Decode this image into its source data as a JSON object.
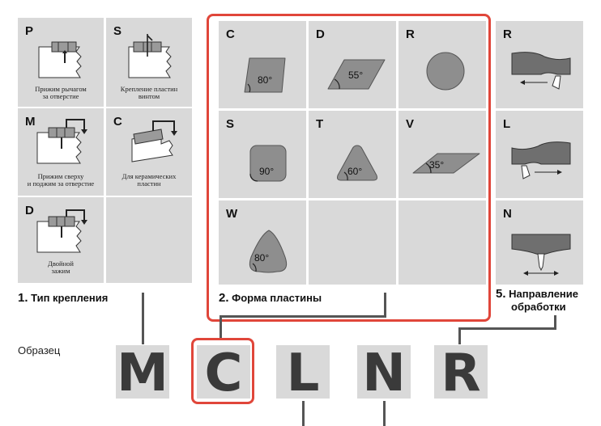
{
  "clamping": {
    "title_num": "1.",
    "title": "Тип крепления",
    "cells": [
      {
        "code": "P",
        "caption_lines": [
          "Прижим  рычагом",
          "за отверстие"
        ]
      },
      {
        "code": "S",
        "caption_lines": [
          "Крепление пластин",
          "винтом"
        ]
      },
      {
        "code": "M",
        "caption_lines": [
          "Прижим сверху",
          "и поджим за отверстие"
        ]
      },
      {
        "code": "C",
        "caption_lines": [
          "Для керамических",
          "пластин"
        ]
      },
      {
        "code": "D",
        "caption_lines": [
          "Двойной",
          "зажим"
        ]
      }
    ]
  },
  "insert_shape": {
    "title_num": "2.",
    "title": "Форма пластины",
    "cells": [
      {
        "code": "C",
        "angle": "80°"
      },
      {
        "code": "D",
        "angle": "55°"
      },
      {
        "code": "R",
        "angle": ""
      },
      {
        "code": "S",
        "angle": "90°"
      },
      {
        "code": "T",
        "angle": "60°"
      },
      {
        "code": "V",
        "angle": "35°"
      },
      {
        "code": "W",
        "angle": "80°"
      }
    ]
  },
  "direction": {
    "title_num": "5.",
    "title_lines": [
      "Направление",
      "обработки"
    ],
    "cells": [
      {
        "code": "R"
      },
      {
        "code": "L"
      },
      {
        "code": "N"
      }
    ]
  },
  "sample": {
    "label": "Образец",
    "letters": [
      "M",
      "C",
      "L",
      "N",
      "R"
    ]
  },
  "colors": {
    "cell_bg": "#d9d9d9",
    "highlight": "#e0463a",
    "shape_fill": "#8e8e8e",
    "letter": "#3a3a3a"
  }
}
